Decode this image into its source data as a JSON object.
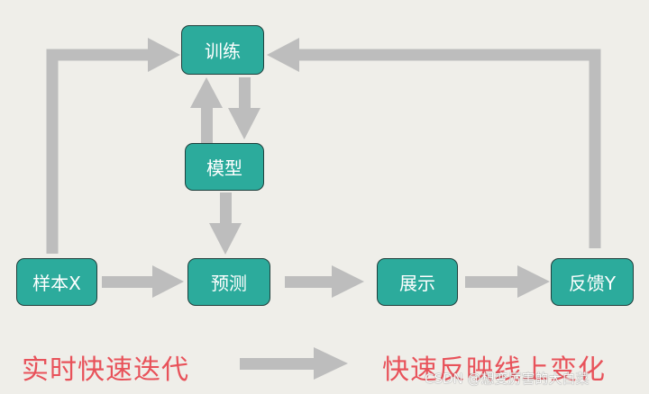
{
  "nodes": {
    "train": "训练",
    "model": "模型",
    "sample": "样本X",
    "predict": "预测",
    "display": "展示",
    "feedback": "反馈Y"
  },
  "captions": {
    "left": "实时快速迭代",
    "right": "快速反映线上变化"
  },
  "watermark": "CSDN @想变厉害的大白菜",
  "colors": {
    "background": "#efeee9",
    "node_fill": "#2cab9c",
    "node_border": "#1f3f3c",
    "arrow": "#bdbdbd",
    "caption": "#e8525a"
  }
}
